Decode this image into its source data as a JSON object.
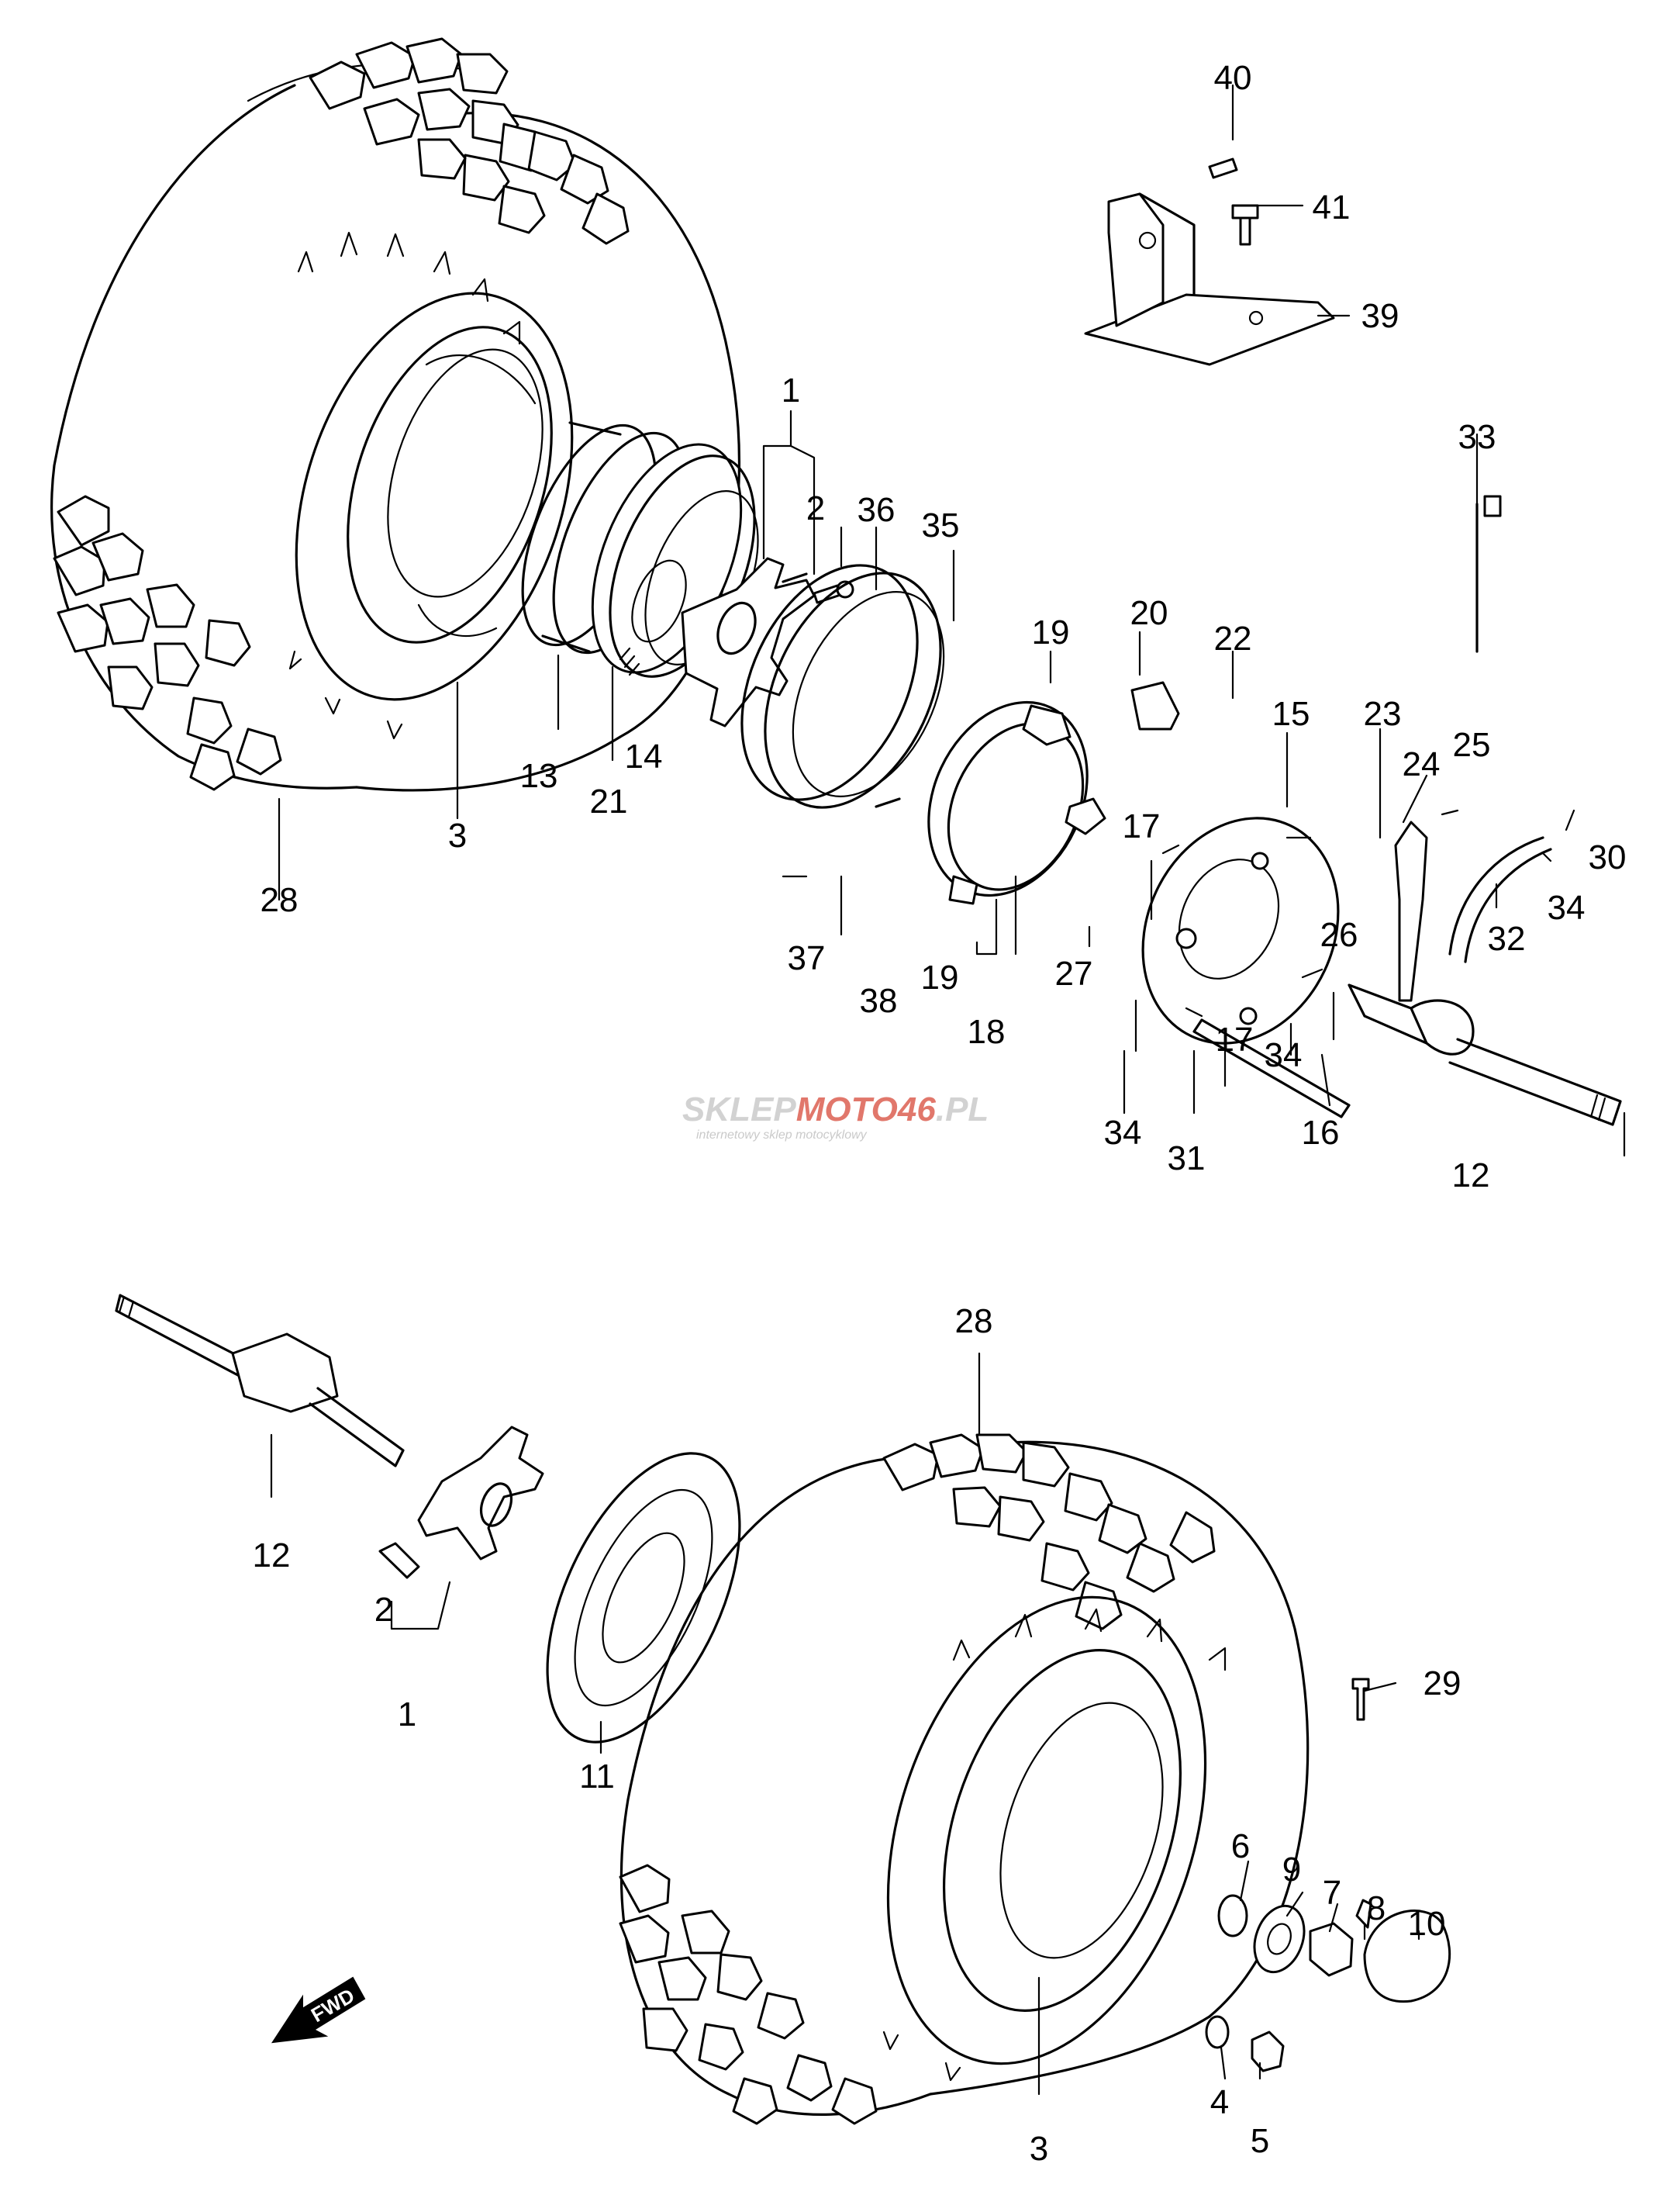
{
  "watermark": {
    "brand_a": "SKLEP",
    "brand_b": "MOTO",
    "brand_c": "46",
    "brand_d": ".PL",
    "tagline": "internetowy sklep motocyklowy",
    "color_grey": "#c4c4c4",
    "color_red": "#d84a3a"
  },
  "direction_badge": "FWD",
  "labels": {
    "p40": "40",
    "p41": "41",
    "p39": "39",
    "p33": "33",
    "p1_top": "1",
    "p2_top": "2",
    "p36": "36",
    "p35": "35",
    "p19_top": "19",
    "p20": "20",
    "p22": "22",
    "p15": "15",
    "p23": "23",
    "p24": "24",
    "p25": "25",
    "p30": "30",
    "p13": "13",
    "p14": "14",
    "p21": "21",
    "p3_top": "3",
    "p28_top": "28",
    "p17_top": "17",
    "p26": "26",
    "p32": "32",
    "p34_right": "34",
    "p37": "37",
    "p38": "38",
    "p19_bottom": "19",
    "p18": "18",
    "p27": "27",
    "p17_bottom": "17",
    "p34_mid": "34",
    "p16": "16",
    "p34_left": "34",
    "p31": "31",
    "p12_top": "12",
    "p12_bottom": "12",
    "p28_bottom": "28",
    "p2_bottom": "2",
    "p1_bottom": "1",
    "p11": "11",
    "p29": "29",
    "p6": "6",
    "p9": "9",
    "p7": "7",
    "p8": "8",
    "p10": "10",
    "p4": "4",
    "p5": "5",
    "p3_bottom": "3"
  }
}
